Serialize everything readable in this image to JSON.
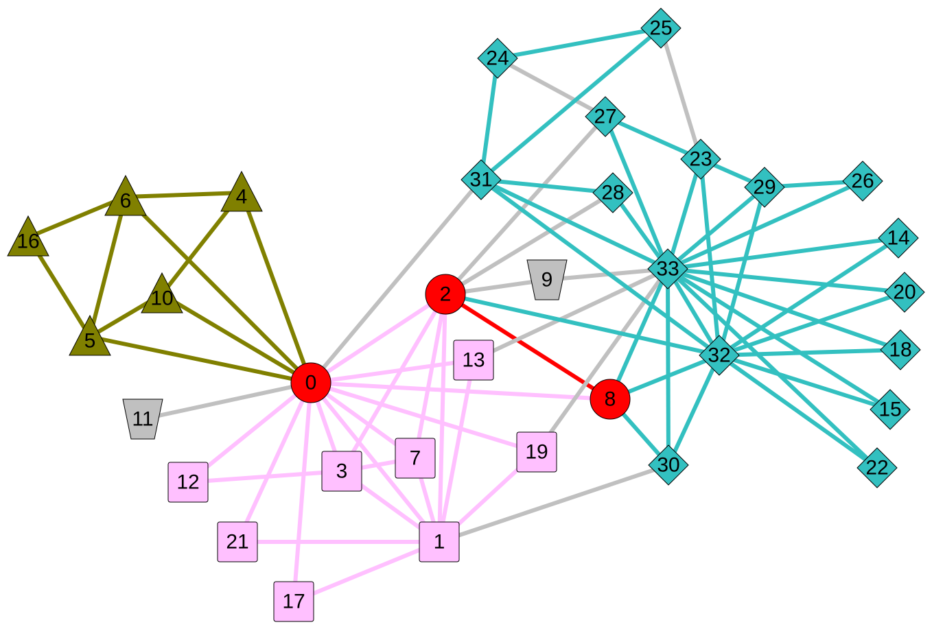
{
  "colors": {
    "olive": "#808000",
    "pink": "#ffc0ff",
    "teal": "#33c0c0",
    "red": "#ff0000",
    "gray": "#c0c0c0"
  },
  "groups": {
    "olive": {
      "shape": "triangle",
      "fill": "#808000",
      "edge": "#808000"
    },
    "pink": {
      "shape": "square",
      "fill": "#ffc0ff",
      "edge": "#ffc0ff"
    },
    "teal": {
      "shape": "diamond",
      "fill": "#33c0c0",
      "edge": "#33c0c0"
    },
    "red": {
      "shape": "circle",
      "fill": "#ff0000",
      "edge": "#ff0000"
    },
    "gray": {
      "shape": "trapezoid",
      "fill": "#c0c0c0",
      "edge": "#c0c0c0"
    }
  },
  "nodes": [
    {
      "id": "0",
      "label": "0",
      "group": "red"
    },
    {
      "id": "1",
      "label": "1",
      "group": "pink"
    },
    {
      "id": "2",
      "label": "2",
      "group": "red"
    },
    {
      "id": "3",
      "label": "3",
      "group": "pink"
    },
    {
      "id": "4",
      "label": "4",
      "group": "olive"
    },
    {
      "id": "5",
      "label": "5",
      "group": "olive"
    },
    {
      "id": "6",
      "label": "6",
      "group": "olive"
    },
    {
      "id": "7",
      "label": "7",
      "group": "pink"
    },
    {
      "id": "8",
      "label": "8",
      "group": "red"
    },
    {
      "id": "9",
      "label": "9",
      "group": "gray"
    },
    {
      "id": "10",
      "label": "10",
      "group": "olive"
    },
    {
      "id": "11",
      "label": "11",
      "group": "gray"
    },
    {
      "id": "12",
      "label": "12",
      "group": "pink"
    },
    {
      "id": "13",
      "label": "13",
      "group": "pink"
    },
    {
      "id": "14",
      "label": "14",
      "group": "teal"
    },
    {
      "id": "15",
      "label": "15",
      "group": "teal"
    },
    {
      "id": "16",
      "label": "16",
      "group": "olive"
    },
    {
      "id": "17",
      "label": "17",
      "group": "pink"
    },
    {
      "id": "18",
      "label": "18",
      "group": "teal"
    },
    {
      "id": "19",
      "label": "19",
      "group": "pink"
    },
    {
      "id": "20",
      "label": "20",
      "group": "teal"
    },
    {
      "id": "21",
      "label": "21",
      "group": "pink"
    },
    {
      "id": "22",
      "label": "22",
      "group": "teal"
    },
    {
      "id": "23",
      "label": "23",
      "group": "teal"
    },
    {
      "id": "24",
      "label": "24",
      "group": "teal"
    },
    {
      "id": "25",
      "label": "25",
      "group": "teal"
    },
    {
      "id": "26",
      "label": "26",
      "group": "teal"
    },
    {
      "id": "27",
      "label": "27",
      "group": "teal"
    },
    {
      "id": "28",
      "label": "28",
      "group": "teal"
    },
    {
      "id": "29",
      "label": "29",
      "group": "teal"
    },
    {
      "id": "30",
      "label": "30",
      "group": "teal"
    },
    {
      "id": "31",
      "label": "31",
      "group": "teal"
    },
    {
      "id": "32",
      "label": "32",
      "group": "teal"
    },
    {
      "id": "33",
      "label": "33",
      "group": "teal"
    }
  ],
  "edges": [
    {
      "source": "16",
      "target": "6",
      "color": "olive"
    },
    {
      "source": "16",
      "target": "5",
      "color": "olive"
    },
    {
      "source": "6",
      "target": "4",
      "color": "olive"
    },
    {
      "source": "6",
      "target": "5",
      "color": "olive"
    },
    {
      "source": "6",
      "target": "0",
      "color": "olive"
    },
    {
      "source": "4",
      "target": "10",
      "color": "olive"
    },
    {
      "source": "4",
      "target": "0",
      "color": "olive"
    },
    {
      "source": "10",
      "target": "5",
      "color": "olive"
    },
    {
      "source": "10",
      "target": "0",
      "color": "olive"
    },
    {
      "source": "5",
      "target": "0",
      "color": "olive"
    },
    {
      "source": "0",
      "target": "2",
      "color": "pink"
    },
    {
      "source": "0",
      "target": "13",
      "color": "pink"
    },
    {
      "source": "0",
      "target": "8",
      "color": "pink"
    },
    {
      "source": "0",
      "target": "19",
      "color": "pink"
    },
    {
      "source": "0",
      "target": "1",
      "color": "pink"
    },
    {
      "source": "0",
      "target": "3",
      "color": "pink"
    },
    {
      "source": "0",
      "target": "7",
      "color": "pink"
    },
    {
      "source": "0",
      "target": "12",
      "color": "pink"
    },
    {
      "source": "0",
      "target": "21",
      "color": "pink"
    },
    {
      "source": "0",
      "target": "17",
      "color": "pink"
    },
    {
      "source": "2",
      "target": "1",
      "color": "pink"
    },
    {
      "source": "2",
      "target": "3",
      "color": "pink"
    },
    {
      "source": "2",
      "target": "7",
      "color": "pink"
    },
    {
      "source": "13",
      "target": "1",
      "color": "pink"
    },
    {
      "source": "7",
      "target": "3",
      "color": "pink"
    },
    {
      "source": "7",
      "target": "1",
      "color": "pink"
    },
    {
      "source": "3",
      "target": "12",
      "color": "pink"
    },
    {
      "source": "3",
      "target": "1",
      "color": "pink"
    },
    {
      "source": "19",
      "target": "1",
      "color": "pink"
    },
    {
      "source": "21",
      "target": "1",
      "color": "pink"
    },
    {
      "source": "17",
      "target": "1",
      "color": "pink"
    },
    {
      "source": "2",
      "target": "8",
      "color": "red"
    },
    {
      "source": "0",
      "target": "11",
      "color": "gray"
    },
    {
      "source": "0",
      "target": "31",
      "color": "gray"
    },
    {
      "source": "2",
      "target": "27",
      "color": "gray"
    },
    {
      "source": "2",
      "target": "28",
      "color": "gray"
    },
    {
      "source": "2",
      "target": "9",
      "color": "gray"
    },
    {
      "source": "9",
      "target": "33",
      "color": "gray"
    },
    {
      "source": "13",
      "target": "33",
      "color": "gray"
    },
    {
      "source": "19",
      "target": "33",
      "color": "gray"
    },
    {
      "source": "1",
      "target": "30",
      "color": "gray"
    },
    {
      "source": "24",
      "target": "27",
      "color": "gray"
    },
    {
      "source": "25",
      "target": "23",
      "color": "gray"
    },
    {
      "source": "24",
      "target": "25",
      "color": "teal"
    },
    {
      "source": "24",
      "target": "31",
      "color": "teal"
    },
    {
      "source": "25",
      "target": "31",
      "color": "teal"
    },
    {
      "source": "27",
      "target": "23",
      "color": "teal"
    },
    {
      "source": "27",
      "target": "33",
      "color": "teal"
    },
    {
      "source": "23",
      "target": "29",
      "color": "teal"
    },
    {
      "source": "23",
      "target": "33",
      "color": "teal"
    },
    {
      "source": "23",
      "target": "32",
      "color": "teal"
    },
    {
      "source": "31",
      "target": "28",
      "color": "teal"
    },
    {
      "source": "31",
      "target": "33",
      "color": "teal"
    },
    {
      "source": "31",
      "target": "32",
      "color": "teal"
    },
    {
      "source": "28",
      "target": "33",
      "color": "teal"
    },
    {
      "source": "29",
      "target": "26",
      "color": "teal"
    },
    {
      "source": "29",
      "target": "33",
      "color": "teal"
    },
    {
      "source": "29",
      "target": "32",
      "color": "teal"
    },
    {
      "source": "26",
      "target": "33",
      "color": "teal"
    },
    {
      "source": "33",
      "target": "14",
      "color": "teal"
    },
    {
      "source": "33",
      "target": "20",
      "color": "teal"
    },
    {
      "source": "33",
      "target": "18",
      "color": "teal"
    },
    {
      "source": "33",
      "target": "15",
      "color": "teal"
    },
    {
      "source": "33",
      "target": "22",
      "color": "teal"
    },
    {
      "source": "33",
      "target": "32",
      "color": "teal"
    },
    {
      "source": "33",
      "target": "30",
      "color": "teal"
    },
    {
      "source": "33",
      "target": "8",
      "color": "teal"
    },
    {
      "source": "32",
      "target": "14",
      "color": "teal"
    },
    {
      "source": "32",
      "target": "20",
      "color": "teal"
    },
    {
      "source": "32",
      "target": "18",
      "color": "teal"
    },
    {
      "source": "32",
      "target": "15",
      "color": "teal"
    },
    {
      "source": "32",
      "target": "22",
      "color": "teal"
    },
    {
      "source": "32",
      "target": "30",
      "color": "teal"
    },
    {
      "source": "32",
      "target": "8",
      "color": "teal"
    },
    {
      "source": "32",
      "target": "2",
      "color": "teal"
    },
    {
      "source": "8",
      "target": "30",
      "color": "teal"
    }
  ]
}
